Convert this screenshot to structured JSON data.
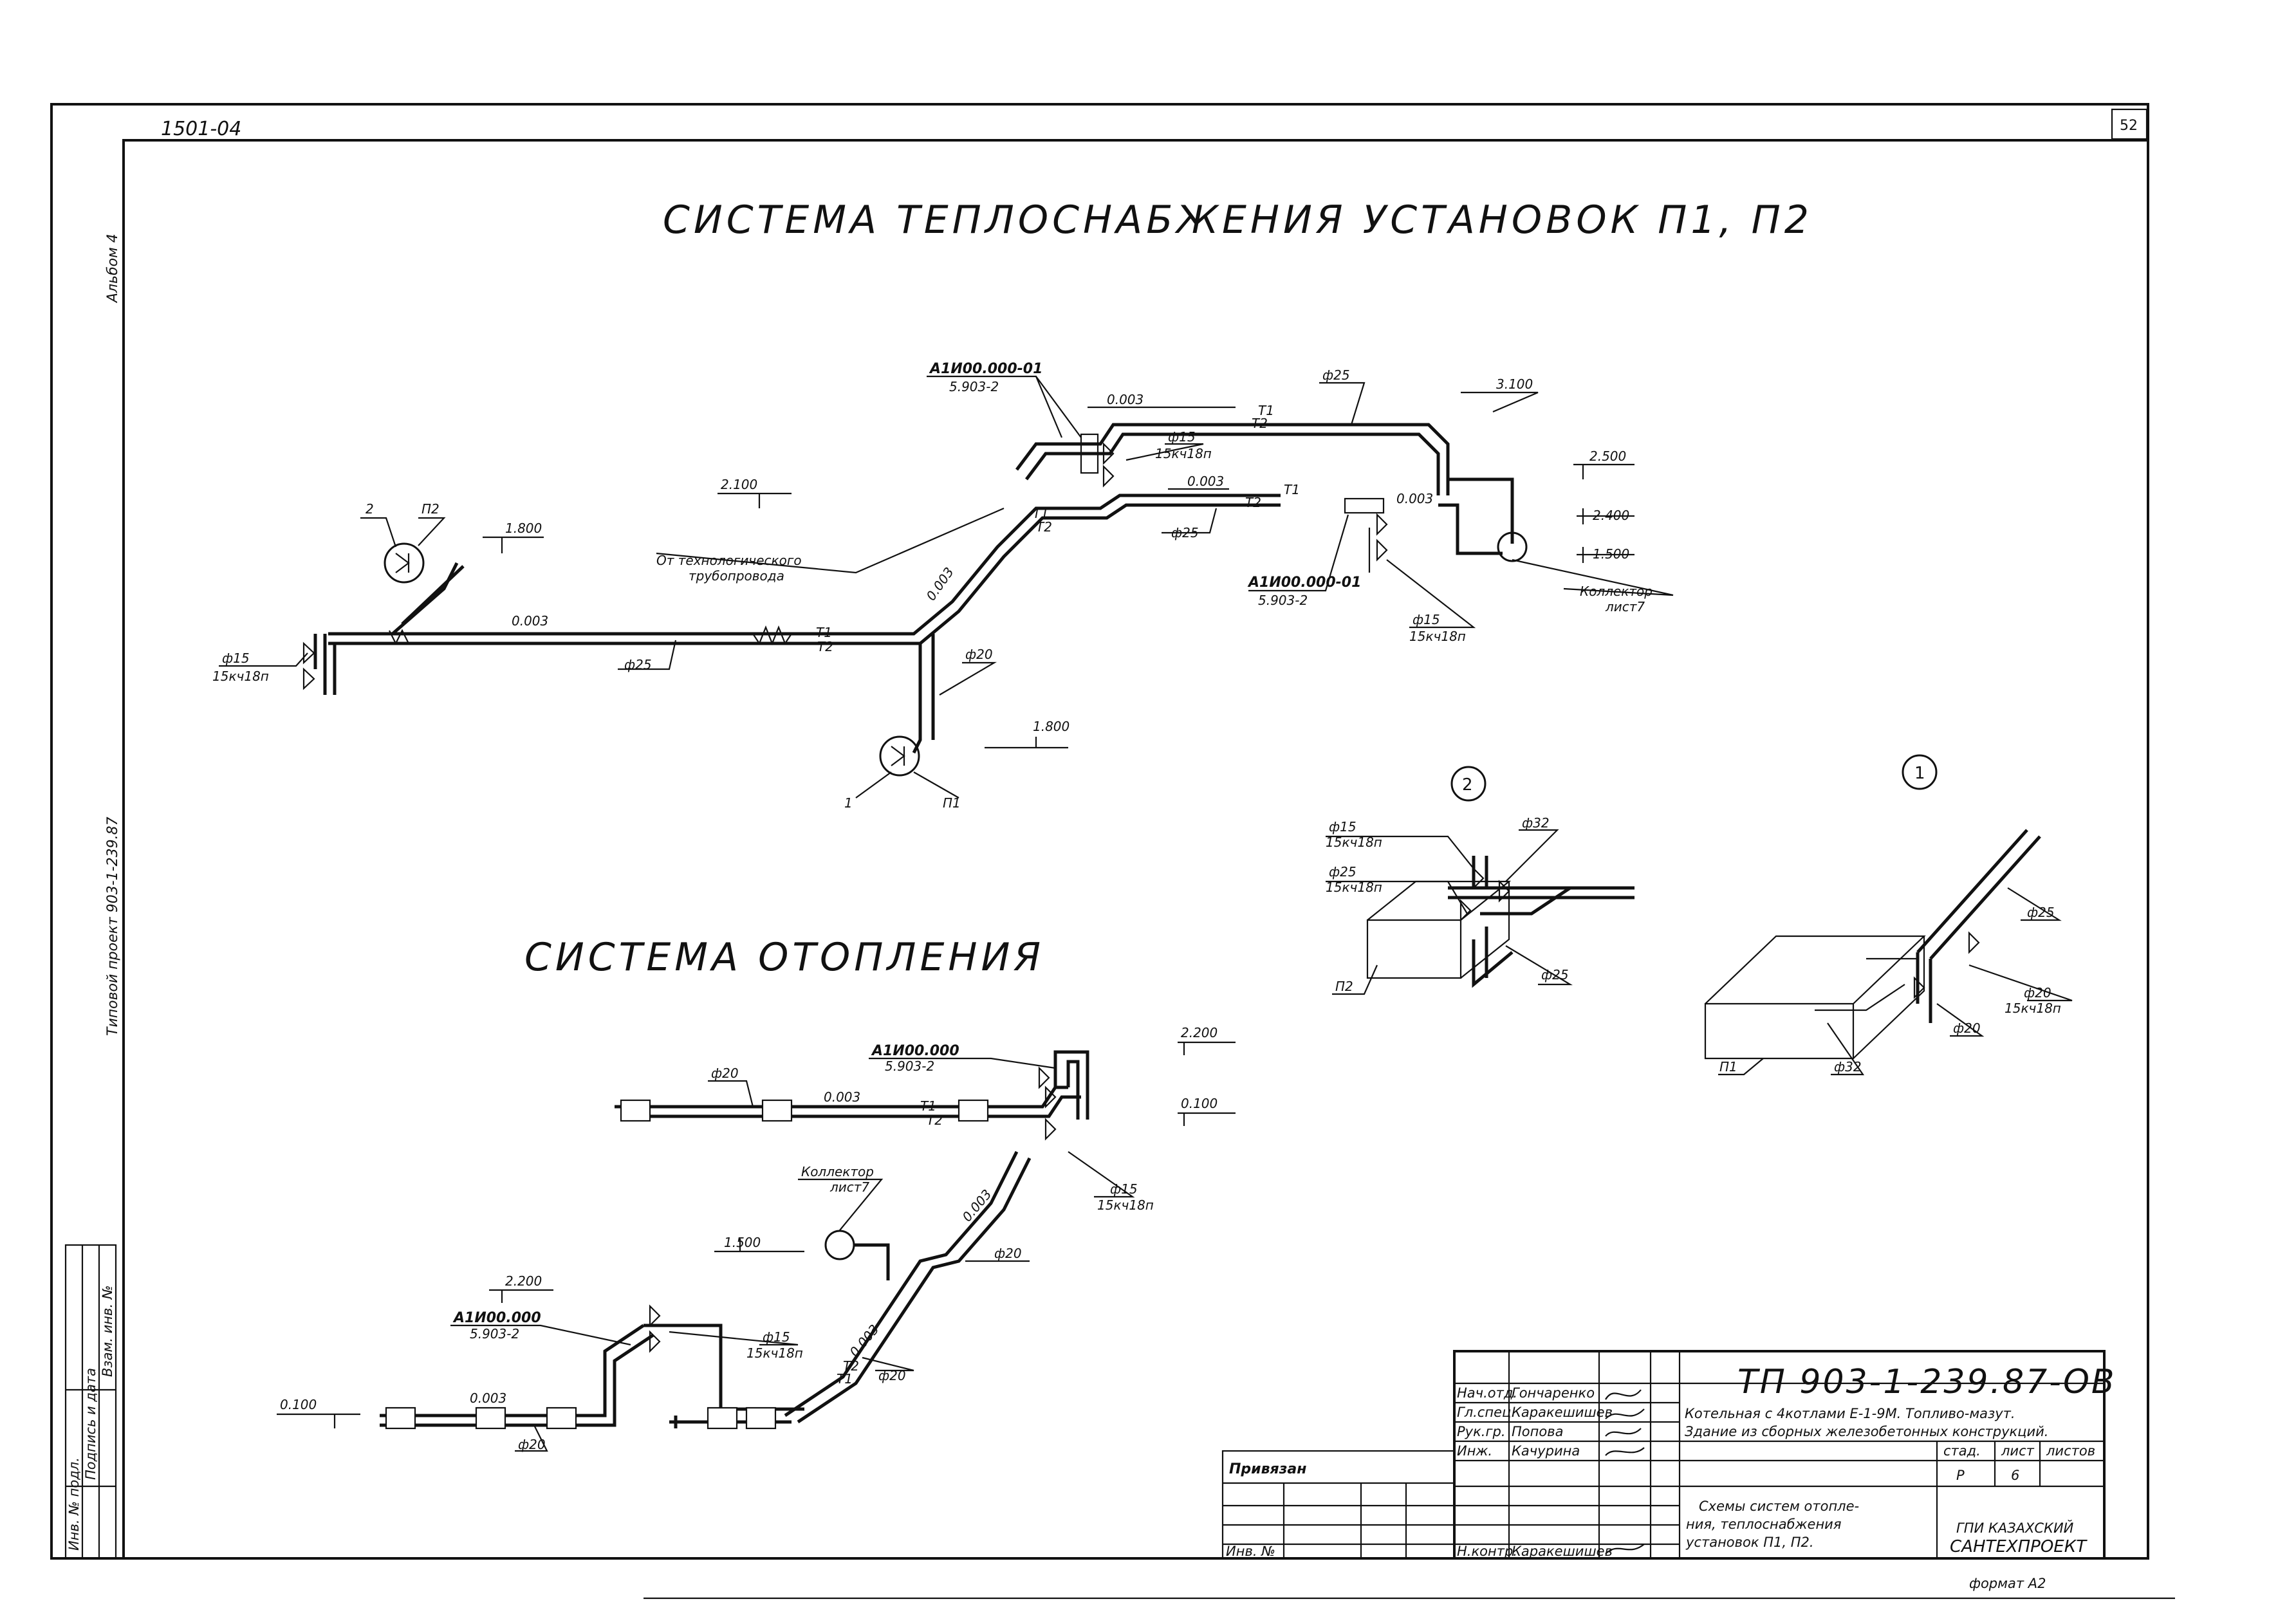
{
  "sheet": {
    "number_top_left": "1501-04",
    "page_number": "52",
    "album": "Альбом 4",
    "project_vertical": "Типовой проект 903-1-239.87",
    "format": "формат А2"
  },
  "titles": {
    "heat_supply": "СИСТЕМА ТЕПЛОСНАБЖЕНИЯ УСТАНОВОК П1, П2",
    "heating": "СИСТЕМА ОТОПЛЕНИЯ"
  },
  "heat_supply_labels": {
    "node_top": "А1И00.000-01",
    "node_top_sub": "5.903-2",
    "slope_top": "0.003",
    "t1": "Т1",
    "t2": "Т2",
    "d25_top": "ф25",
    "level_3100": "3.100",
    "d15": "ф15",
    "valve": "15кч18п",
    "level_2100": "2.100",
    "slope_mid": "0.003",
    "level_2500": "2.500",
    "level_2400": "2.400",
    "level_1500": "1.500",
    "d25_mid": "ф25",
    "from_tech_1": "От технологического",
    "from_tech_2": "трубопровода",
    "node_bottom": "А1И00.000-01",
    "node_bottom_sub": "5.903-2",
    "collector_1": "Коллектор",
    "collector_2": "лист7",
    "p2": "П2",
    "mark2": "2",
    "level_1800a": "1.800",
    "slope_main": "0.003",
    "d25_main": "ф25",
    "slope_diag": "0.003",
    "d20": "ф20",
    "level_1800b": "1.800",
    "mark1": "1",
    "p1": "П1"
  },
  "detail2": {
    "circle": "2",
    "d15": "ф15",
    "valve": "15кч18п",
    "d32": "ф32",
    "d25": "ф25",
    "valve2": "15кч18п",
    "d25b": "ф25",
    "p2": "П2"
  },
  "detail1": {
    "circle": "1",
    "d25": "ф25",
    "d20": "ф20",
    "valve": "15кч18п",
    "d20b": "ф20",
    "d32": "ф32",
    "p1": "П1"
  },
  "heating_labels": {
    "node_a": "А1И00.000",
    "node_a_sub": "5.903-2",
    "level_2200a": "2.200",
    "level_0100a": "0.100",
    "d20a": "ф20",
    "slope_a": "0.003",
    "collector_1": "Коллектор",
    "collector_2": "лист7",
    "d15": "ф15",
    "valve": "15кч18п",
    "level_1500": "1.500",
    "slope_b": "0.003",
    "d20b": "ф20",
    "level_2200b": "2.200",
    "node_b": "А1И00.000",
    "node_b_sub": "5.903-2",
    "d15b": "ф15",
    "valve_b": "15кч18п",
    "slope_c": "0.003",
    "d20c": "ф20",
    "level_0100b": "0.100",
    "slope_d": "0.003",
    "d20d": "ф20"
  },
  "side_stamp": {
    "col1": "Инв. № подл.",
    "col2": "Подпись и дата",
    "col3": "Взам. инв. №"
  },
  "title_block": {
    "code": "ТП 903-1-239.87-ОВ",
    "roles": [
      "Нач.отд.",
      "Гл.спец.",
      "Рук.гр.",
      "Инж.",
      "Н.контр."
    ],
    "names": [
      "Гончаренко",
      "Каракешишев",
      "Попова",
      "Качурина",
      "Каракешишев"
    ],
    "object_1": "Котельная с 4котлами Е-1-9М. Топливо-мазут.",
    "object_2": "Здание из сборных железобетонных конструкций.",
    "stage_h": "стад.",
    "sheet_h": "лист",
    "sheets_h": "листов",
    "stage": "Р",
    "sheet": "6",
    "drawing_1": "Схемы систем отопле-",
    "drawing_2": "ния, теплоснабжения",
    "drawing_3": "установок П1, П2.",
    "org_1": "ГПИ КАЗАХСКИЙ",
    "org_2": "САНТЕХПРОЕКТ",
    "linked": "Привязан",
    "inv": "Инв. №"
  }
}
